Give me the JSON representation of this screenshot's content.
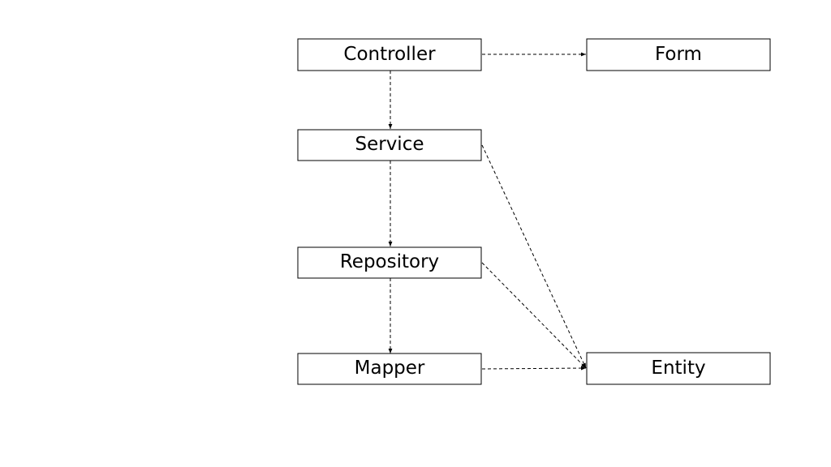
{
  "nodes": {
    "controller": "Controller",
    "form": "Form",
    "service": "Service",
    "repository": "Repository",
    "mapper": "Mapper",
    "entity": "Entity"
  },
  "edges": [
    {
      "from": "controller",
      "to": "form"
    },
    {
      "from": "controller",
      "to": "service"
    },
    {
      "from": "service",
      "to": "repository"
    },
    {
      "from": "repository",
      "to": "mapper"
    },
    {
      "from": "service",
      "to": "entity"
    },
    {
      "from": "repository",
      "to": "entity"
    },
    {
      "from": "mapper",
      "to": "entity"
    }
  ],
  "style": {
    "line_style": "dashed",
    "stroke_color": "#000000",
    "box_fill": "#ffffff",
    "arrowhead": "filled-triangle"
  }
}
